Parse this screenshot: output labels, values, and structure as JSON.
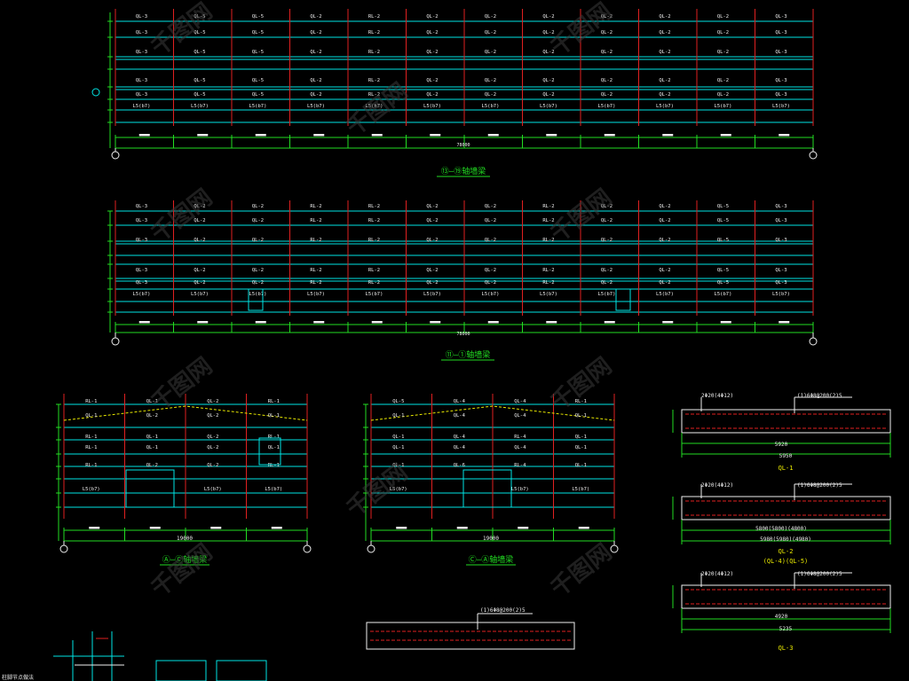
{
  "colors": {
    "background": "#000000",
    "cyan": "#00e5e5",
    "red": "#e02020",
    "green": "#22dd22",
    "yellow": "#e8e800",
    "white": "#f0f0f0",
    "watermark": "#3a3a3a"
  },
  "elevation1": {
    "rows": [
      [
        "QL-3",
        "QL-5",
        "QL-5",
        "QL-2",
        "RL-2",
        "QL-2",
        "QL-2",
        "QL-2",
        "QL-2",
        "QL-2",
        "QL-2",
        "QL-3"
      ],
      [
        "QL-3",
        "QL-5",
        "QL-5",
        "QL-2",
        "RL-2",
        "QL-2",
        "QL-2",
        "QL-2",
        "QL-2",
        "QL-2",
        "QL-2",
        "QL-3"
      ],
      [
        "QL-3",
        "QL-5",
        "QL-5",
        "QL-2",
        "RL-2",
        "QL-2",
        "QL-2",
        "QL-2",
        "QL-2",
        "QL-2",
        "QL-2",
        "QL-3"
      ],
      [
        "QL-3",
        "QL-5",
        "QL-5",
        "QL-2",
        "RL-2",
        "QL-2",
        "QL-2",
        "QL-2",
        "QL-2",
        "QL-2",
        "QL-2",
        "QL-3"
      ],
      [
        "QL-3",
        "QL-5",
        "QL-5",
        "QL-2",
        "RL-2",
        "QL-2",
        "QL-2",
        "QL-2",
        "QL-2",
        "QL-2",
        "QL-2",
        "QL-3"
      ],
      [
        "L5(b7)",
        "L5(b7)",
        "L5(b7)",
        "L5(b7)",
        "L5(b7)",
        "L5(b7)",
        "L5(b7)",
        "L5(b7)",
        "L5(b7)",
        "L5(b7)",
        "L5(b7)",
        "L5(b7)"
      ]
    ],
    "title": "⑬—⑲轴墙梁"
  },
  "elevation2": {
    "rows": [
      [
        "QL-3",
        "QL-2",
        "QL-2",
        "RL-2",
        "RL-2",
        "QL-2",
        "QL-2",
        "RL-2",
        "QL-2",
        "QL-2",
        "QL-5",
        "QL-3"
      ],
      [
        "QL-3",
        "QL-2",
        "QL-2",
        "RL-2",
        "RL-2",
        "QL-2",
        "QL-2",
        "RL-2",
        "QL-2",
        "QL-2",
        "QL-5",
        "QL-3"
      ],
      [
        "QL-3",
        "QL-2",
        "QL-2",
        "RL-2",
        "RL-2",
        "QL-2",
        "QL-2",
        "RL-2",
        "QL-2",
        "QL-2",
        "QL-5",
        "QL-3"
      ],
      [
        "QL-3",
        "QL-2",
        "QL-2",
        "RL-2",
        "RL-2",
        "QL-2",
        "QL-2",
        "RL-2",
        "QL-2",
        "QL-2",
        "QL-5",
        "QL-3"
      ],
      [
        "QL-3",
        "QL-2",
        "QL-2",
        "RL-2",
        "RL-2",
        "QL-2",
        "QL-2",
        "RL-2",
        "QL-2",
        "QL-2",
        "QL-5",
        "QL-3"
      ],
      [
        "L5(b7)",
        "L5(b7)",
        "L5(b7)",
        "L5(b7)",
        "L5(b7)",
        "L5(b7)",
        "L5(b7)",
        "L5(b7)",
        "L5(b7)",
        "L5(b7)",
        "L5(b7)",
        "L5(b7)"
      ]
    ],
    "title": "⑪—①轴墙梁"
  },
  "elevation3": {
    "rows": [
      [
        "RL-1",
        "QL-1",
        "QL-2",
        "RL-1"
      ],
      [
        "QL-1",
        "QL-2",
        "QL-2",
        "QL-1"
      ],
      [
        "RL-1",
        "QL-1",
        "QL-2",
        "RL-1"
      ],
      [
        "RL-1",
        "QL-1",
        "QL-2",
        "QL-1"
      ],
      [
        "RL-1",
        "QL-2",
        "QL-2",
        "RL-1"
      ],
      [
        "L5(b7)",
        "",
        "L5(b7)",
        "L5(b7)"
      ]
    ],
    "dimension": "19000",
    "title": "Ⓐ—Ⓒ轴墙梁"
  },
  "elevation4": {
    "rows": [
      [
        "QL-5",
        "QL-4",
        "QL-4",
        "RL-1"
      ],
      [
        "QL-1",
        "QL-4",
        "QL-4",
        "QL-1"
      ],
      [
        "QL-1",
        "QL-4",
        "RL-4",
        "QL-1"
      ],
      [
        "QL-1",
        "QL-4",
        "QL-4",
        "QL-1"
      ],
      [
        "QL-1",
        "QL-6",
        "RL-4",
        "QL-1"
      ],
      [
        "L5(b7)",
        "",
        "L5(b7)",
        "L5(b7)"
      ]
    ],
    "dimension": "19000",
    "title": "Ⓒ—Ⓐ轴墙梁"
  },
  "beams": [
    {
      "note_top": "2Φ20(4Φ12)",
      "note_rebar": "(1)6Φ8@200(2)5",
      "dims": [
        "5920",
        "5950"
      ],
      "name": "QL-1"
    },
    {
      "note_top": "2Φ20(4Φ12)",
      "note_rebar": "(1)6Φ8@200(2)5",
      "dims": [
        "5800(5800)(4800)",
        "5980(5980)(4980)"
      ],
      "name": "QL-2",
      "subname": "(QL-4)(QL-5)"
    },
    {
      "note_top": "2Φ20(4Φ12)",
      "note_rebar": "(1)6Φ8@200(2)5",
      "dims": [
        "4920",
        "5235"
      ],
      "name": "QL-3"
    }
  ],
  "detail_beam_label": "(1)6Φ8@200(2)5",
  "corner_label": "柱脚节点做法"
}
